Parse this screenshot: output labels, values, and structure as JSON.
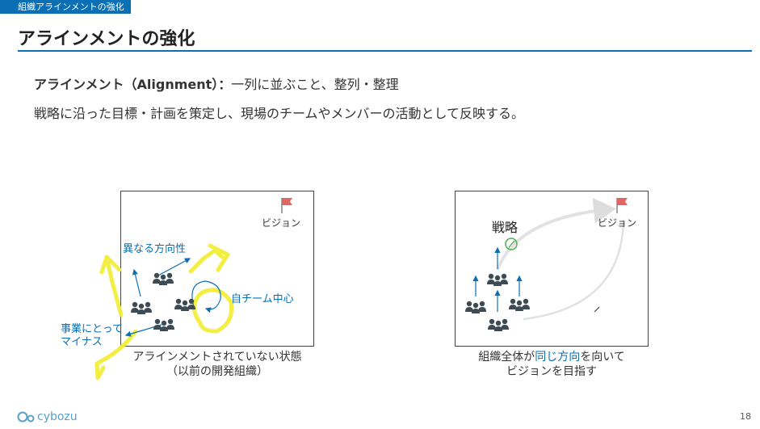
{
  "header": {
    "section_tag": "組織アラインメントの強化",
    "title": "アラインメントの強化"
  },
  "definition": {
    "term": "アラインメント（Alignment）：",
    "meaning": "一列に並ぶこと、整列・整理"
  },
  "description": "戦略に沿った目標・計画を策定し、現場のチームやメンバーの活動として反映する。",
  "left_panel": {
    "vision_label": "ビジョン",
    "different_direction_label": "異なる方向性",
    "own_team_label": "自チーム中心",
    "minus_label_line1": "事業にとって",
    "minus_label_line2": "マイナス",
    "caption_line1": "アラインメントされていない状態",
    "caption_line2": "（以前の開発組織）"
  },
  "right_panel": {
    "strategy_label": "戦略",
    "vision_label": "ビジョン",
    "caption_prefix": "組織全体が",
    "caption_highlight": "同じ方向",
    "caption_suffix": "を向いて",
    "caption_line2": "ビジョンを目指す"
  },
  "footer": {
    "logo_text": "cybozu",
    "page_number": "18"
  },
  "colors": {
    "accent": "#0b6fb5",
    "flag": "#e06666",
    "people": "#3d4b55",
    "highlighter": "#f3ee3a",
    "check_circle": "#4caf50"
  }
}
